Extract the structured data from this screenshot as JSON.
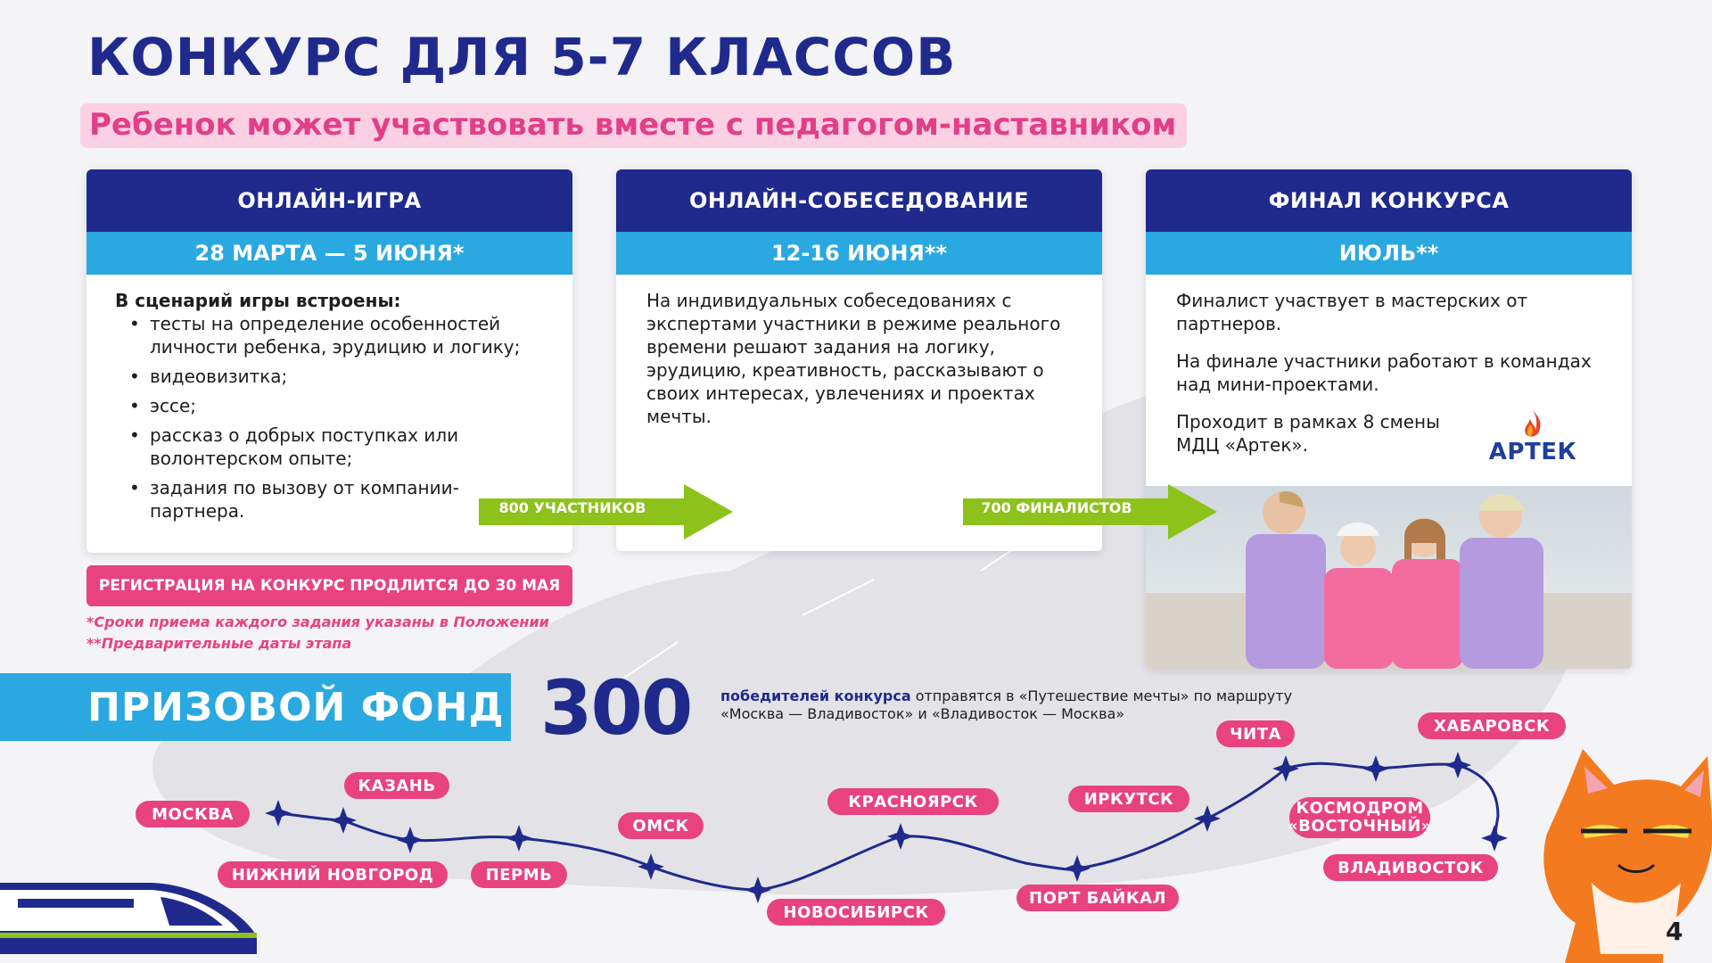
{
  "title": "КОНКУРС ДЛЯ 5-7 КЛАССОВ",
  "subtitle": "Ребенок может участвовать вместе с педагогом-наставником",
  "stages": [
    {
      "title": "ОНЛАЙН-ИГРА",
      "date": "28 МАРТА — 5 ИЮНЯ*",
      "lead": "В сценарий игры встроены:",
      "items": [
        "тесты на определение особенностей личности ребенка, эрудицию и логику;",
        "видеовизитка;",
        "эссе;",
        "рассказ о добрых поступках или волонтерском опыте;",
        "задания по вызову от компании-партнера."
      ]
    },
    {
      "title": "ОНЛАЙН-СОБЕСЕДОВАНИЕ",
      "date": "12-16 ИЮНЯ**",
      "text": "На индивидуальных собеседованиях с экспертами участники в режиме реального времени решают задания на логику, эрудицию, креативность, рассказывают о своих интересах, увлечениях и проектах мечты."
    },
    {
      "title": "ФИНАЛ КОНКУРСА",
      "date": "ИЮЛЬ**",
      "paragraphs": [
        "Финалист участвует в мастерских от партнеров.",
        "На финале участники работают в командах над мини-проектами.",
        "Проходит в рамках 8 смены МДЦ «Артек»."
      ],
      "logo_text": "АРТЕК"
    }
  ],
  "arrows": [
    "800 УЧАСТНИКОВ",
    "700 ФИНАЛИСТОВ"
  ],
  "registration": "РЕГИСТРАЦИЯ НА КОНКУРС ПРОДЛИТСЯ ДО 30 МАЯ",
  "notes": [
    "*Сроки приема каждого задания указаны в Положении",
    "**Предварительные даты этапа"
  ],
  "prize": {
    "label": "ПРИЗОВОЙ ФОНД",
    "number": "300",
    "highlight": "победителей конкурса",
    "text_line1": " отправятся в «Путешествие мечты» по маршруту",
    "text_line2": "«Москва — Владивосток» и «Владивосток — Москва»"
  },
  "cities": {
    "moscow": "МОСКВА",
    "kazan": "КАЗАНЬ",
    "nizhny": "НИЖНИЙ НОВГОРОД",
    "perm": "ПЕРМЬ",
    "omsk": "ОМСК",
    "novosibirsk": "НОВОСИБИРСК",
    "krasnoyarsk": "КРАСНОЯРСК",
    "irkutsk": "ИРКУТСК",
    "baikal": "ПОРТ БАЙКАЛ",
    "chita": "ЧИТА",
    "vostochny1": "КОСМОДРОМ",
    "vostochny2": "«ВОСТОЧНЫЙ»",
    "khabarovsk": "ХАБАРОВСК",
    "vladivostok": "ВЛАДИВОСТОК"
  },
  "page_number": "4",
  "colors": {
    "navy": "#1f2a8c",
    "cyan": "#2aa8e0",
    "pink": "#e8437e",
    "green": "#8cc21a"
  }
}
